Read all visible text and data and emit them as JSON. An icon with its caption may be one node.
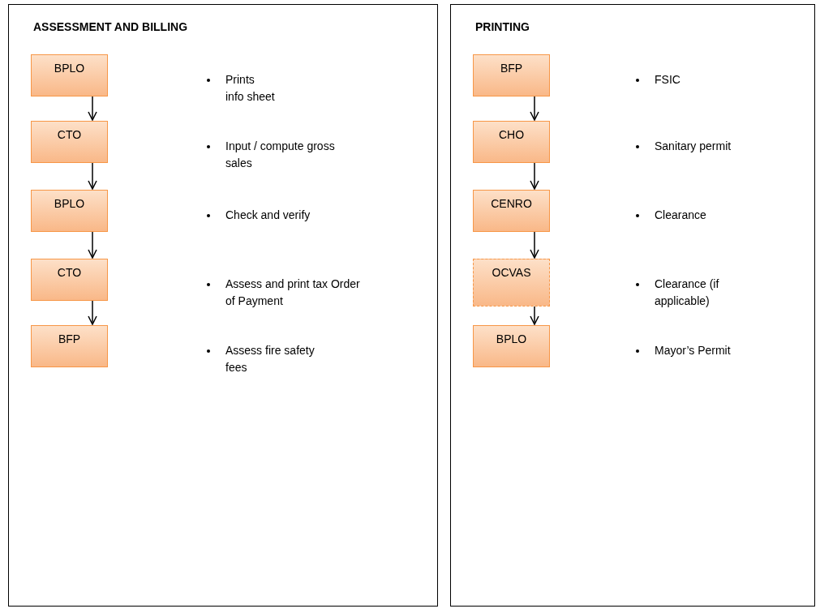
{
  "diagram": {
    "nodes": [
      {
        "text": [
          "ASSESSMENT AND BILLING"
        ]
      },
      {
        "text": [
          "BPLO"
        ],
        "in": 0
      },
      {
        "text": [
          "CTO"
        ],
        "in": 0
      },
      {
        "text": [
          "BPLO"
        ],
        "in": 0
      },
      {
        "text": [
          "CTO"
        ],
        "in": 0
      },
      {
        "text": [
          "BFP"
        ],
        "in": 0
      },
      {
        "text": [
          "PRINTING"
        ]
      },
      {
        "text": [
          "BFP"
        ],
        "in": 6
      },
      {
        "text": [
          "CHO"
        ],
        "in": 6
      },
      {
        "text": [
          "CENRO"
        ],
        "in": 6
      },
      {
        "text": [
          "OCVAS"
        ],
        "in": 6
      },
      {
        "text": [
          "BPLO"
        ],
        "in": 6
      }
    ],
    "edges": [
      {
        "from": 1,
        "to": 2,
        "arrow": "to"
      },
      {
        "from": 2,
        "to": 3,
        "arrow": "to"
      },
      {
        "from": 3,
        "to": 4,
        "arrow": "to"
      },
      {
        "from": 4,
        "to": 5,
        "arrow": "to"
      },
      {
        "from": 7,
        "to": 8,
        "arrow": "to"
      },
      {
        "from": 8,
        "to": 9,
        "arrow": "to"
      },
      {
        "from": 9,
        "to": 10,
        "arrow": "to"
      },
      {
        "from": 10,
        "to": 11,
        "arrow": "to"
      }
    ],
    "labels": [
      "Prints info sheet",
      "Input / compute gross sales",
      "Check and verify",
      "Assess and print tax Order of Payment",
      "Assess fire safety fees",
      "FSIC",
      "Sanitary permit",
      "Clearance",
      "Clearance (if applicable)",
      "Mayor’s Permit"
    ]
  }
}
